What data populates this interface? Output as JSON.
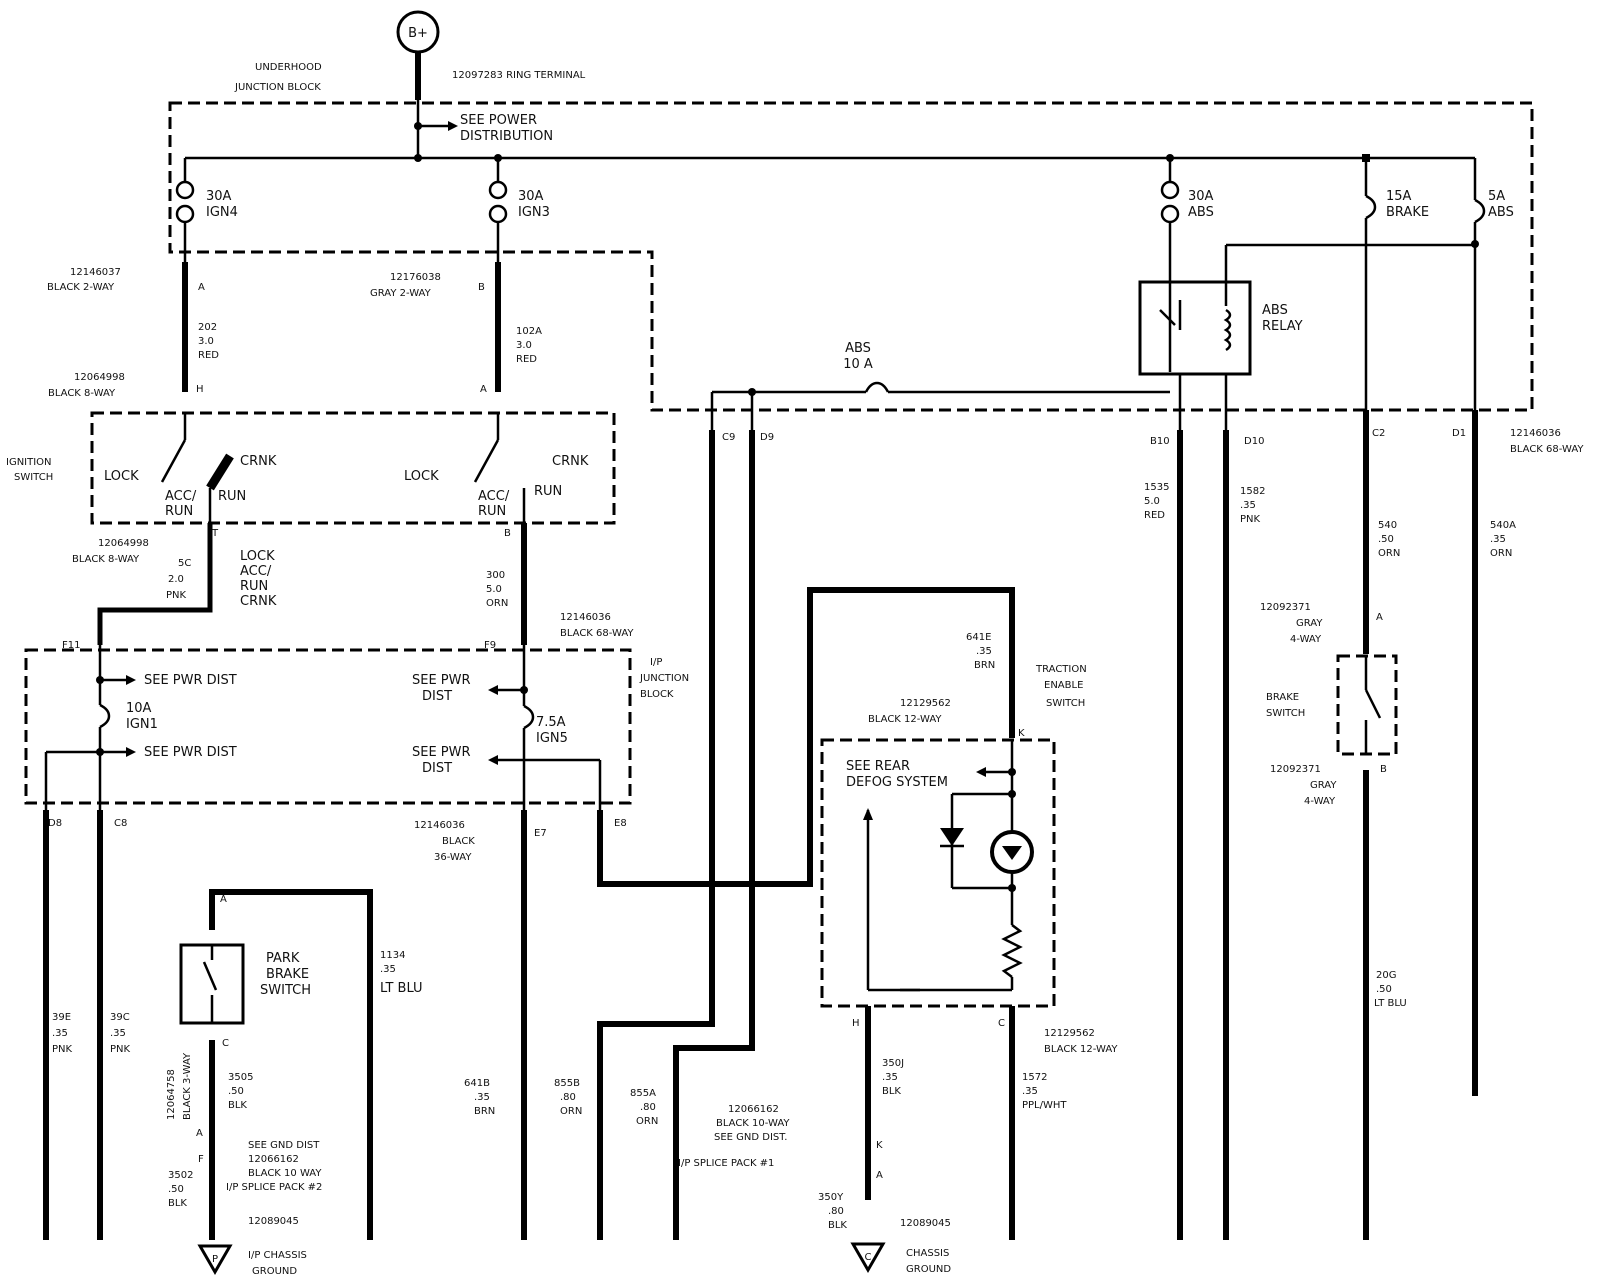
{
  "power": {
    "label": "B+",
    "ring_terminal": "12097283 RING TERMINAL"
  },
  "underhood": {
    "title_line1": "UNDERHOOD",
    "title_line2": "JUNCTION BLOCK",
    "see_power": "SEE POWER",
    "distribution": "DISTRIBUTION"
  },
  "fuses": {
    "ign4": {
      "amps": "30A",
      "name": "IGN4"
    },
    "ign3": {
      "amps": "30A",
      "name": "IGN3"
    },
    "abs30": {
      "amps": "30A",
      "name": "ABS"
    },
    "brake15": {
      "amps": "15A",
      "name": "BRAKE"
    },
    "abs5": {
      "amps": "5A",
      "name": "ABS"
    },
    "abs10": {
      "name": "ABS",
      "amps": "10 A"
    },
    "ign1": {
      "amps": "10A",
      "name": "IGN1"
    },
    "ign5": {
      "amps": "7.5A",
      "name": "IGN5"
    }
  },
  "abs_relay": {
    "line1": "ABS",
    "line2": "RELAY"
  },
  "connectors": {
    "c_12146037": {
      "part": "12146037",
      "desc": "BLACK 2-WAY"
    },
    "c_12176038": {
      "part": "12176038",
      "desc": "GRAY 2-WAY"
    },
    "c_12064998_top": {
      "part": "12064998",
      "desc": "BLACK 8-WAY"
    },
    "c_12064998_bot": {
      "part": "12064998",
      "desc": "BLACK 8-WAY"
    },
    "c_12146036_right": {
      "part": "12146036",
      "desc": "BLACK 68-WAY"
    },
    "c_12146036_ip": {
      "part": "12146036",
      "desc": "BLACK 68-WAY"
    },
    "c_12146036_bottom": {
      "part": "12146036",
      "line2": "BLACK",
      "line3": "36-WAY"
    },
    "c_12092371_a": {
      "part": "12092371",
      "line2": "GRAY",
      "line3": "4-WAY"
    },
    "c_12092371_b": {
      "part": "12092371",
      "line2": "GRAY",
      "line3": "4-WAY"
    },
    "c_12129562_top": {
      "part": "12129562",
      "desc": "BLACK 12-WAY"
    },
    "c_12129562_bot": {
      "part": "12129562",
      "desc": "BLACK 12-WAY"
    },
    "c_12066162": {
      "part": "12066162",
      "line2": "BLACK 10-WAY",
      "line3": "SEE GND DIST.",
      "line4": "I/P SPLICE PACK #1"
    },
    "c_1206475d": {
      "part": "12064758",
      "desc": "BLACK 3-WAY"
    },
    "c_splice2": {
      "line1": "SEE GND DIST",
      "line2": "12066162",
      "line3": "BLACK 10 WAY",
      "line4": "I/P SPLICE PACK #2"
    }
  },
  "pins": {
    "A1": "A",
    "B1": "B",
    "H1": "H",
    "A2": "A",
    "T1": "T",
    "B2": "B",
    "F11": "F11",
    "F9": "F9",
    "D8": "D8",
    "C8": "C8",
    "E7": "E7",
    "E8": "E8",
    "C9": "C9",
    "D9": "D9",
    "B10": "B10",
    "D10": "D10",
    "C2": "C2",
    "D1": "D1",
    "A3": "A",
    "B3": "B",
    "K": "K",
    "H2": "H",
    "C3": "C",
    "A4": "A",
    "C4": "C",
    "A5": "A",
    "F": "F",
    "K2": "K",
    "A6": "A"
  },
  "wires": {
    "w202": {
      "num": "202",
      "gauge": "3.0",
      "color": "RED"
    },
    "w102a": {
      "num": "102A",
      "gauge": "3.0",
      "color": "RED"
    },
    "w5c": {
      "num": "5C",
      "gauge": "2.0",
      "color": "PNK"
    },
    "w300": {
      "num": "300",
      "gauge": "5.0",
      "color": "ORN"
    },
    "w1535": {
      "num": "1535",
      "gauge": "5.0",
      "color": "RED"
    },
    "w1582": {
      "num": "1582",
      "gauge": ".35",
      "color": "PNK"
    },
    "w540": {
      "num": "540",
      "gauge": ".50",
      "color": "ORN"
    },
    "w540a": {
      "num": "540A",
      "gauge": ".35",
      "color": "ORN"
    },
    "w641e": {
      "num": "641E",
      "gauge": ".35",
      "color": "BRN"
    },
    "w39e": {
      "num": "39E",
      "gauge": ".35",
      "color": "PNK"
    },
    "w39c": {
      "num": "39C",
      "gauge": ".35",
      "color": "PNK"
    },
    "w1134": {
      "num": "1134",
      "gauge": ".35",
      "color": "LT BLU"
    },
    "w3505": {
      "num": "3505",
      "gauge": ".50",
      "color": "BLK"
    },
    "w3502": {
      "num": "3502",
      "gauge": ".50",
      "color": "BLK"
    },
    "w641b": {
      "num": "641B",
      "gauge": ".35",
      "color": "BRN"
    },
    "w855b": {
      "num": "855B",
      "gauge": ".80",
      "color": "ORN"
    },
    "w855a": {
      "num": "855A",
      "gauge": ".80",
      "color": "ORN"
    },
    "w350j": {
      "num": "350J",
      "gauge": ".35",
      "color": "BLK"
    },
    "w350y": {
      "num": "350Y",
      "gauge": ".80",
      "color": "BLK"
    },
    "w1572": {
      "num": "1572",
      "gauge": ".35",
      "color": "PPL/WHT"
    },
    "w20g": {
      "num": "20G",
      "gauge": ".50",
      "color": "LT BLU"
    }
  },
  "ignition": {
    "title_line1": "IGNITION",
    "title_line2": "SWITCH",
    "lock": "LOCK",
    "acc": "ACC/",
    "run": "RUN",
    "crnk": "CRNK",
    "modes": [
      "LOCK",
      "ACC/",
      "RUN",
      "CRNK"
    ]
  },
  "ip_block": {
    "title_line1": "I/P",
    "title_line2": "JUNCTION",
    "title_line3": "BLOCK",
    "see_pwr_dist": "SEE PWR DIST",
    "see_pwr": "SEE PWR",
    "dist": "DIST"
  },
  "park_brake": {
    "line1": "PARK",
    "line2": "BRAKE",
    "line3": "SWITCH"
  },
  "brake_switch": {
    "line1": "BRAKE",
    "line2": "SWITCH"
  },
  "traction": {
    "line1": "TRACTION",
    "line2": "ENABLE",
    "line3": "SWITCH",
    "see_rear": "SEE REAR",
    "defog": "DEFOG SYSTEM"
  },
  "grounds": {
    "ip": {
      "part": "12089045",
      "line1": "I/P CHASSIS",
      "line2": "GROUND",
      "symbol": "P"
    },
    "chassis": {
      "part": "12089045",
      "line1": "CHASSIS",
      "line2": "GROUND",
      "symbol": "C"
    }
  }
}
